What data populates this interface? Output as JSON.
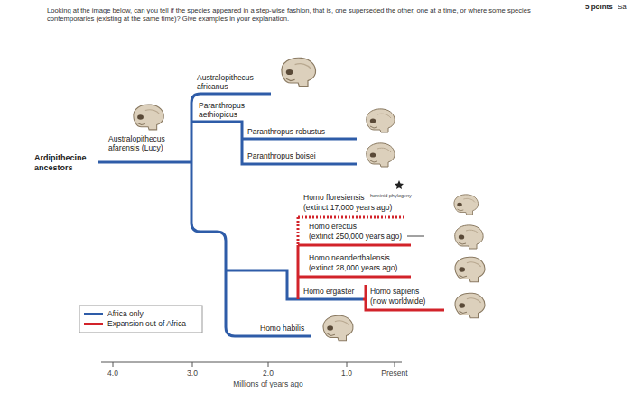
{
  "diagram": {
    "labels": [
      "Looking at the image below, can you tell if the species appeared in a step-wise fashion, that is, one superseded the other, one at a time, or where some species contemporaries (existing at the same time)? Give examples in your explanation.",
      "5 points",
      "Sa",
      "Australopithecus africanus",
      "Paranthropus aethiopicus",
      "Paranthropus robustus",
      "Australopithecus afarensis (Lucy)",
      "Paranthropus boisei",
      "Ardipithecine ancestors",
      "Homo floresiensis",
      "hominid phylogeny",
      "(extinct 17,000 years ago)",
      "Homo erectus",
      "(extinct 250,000 years ago)",
      "Homo neanderthalensis",
      "(extinct 28,000 years ago)",
      "Homo ergaster",
      "Homo sapiens",
      "(now worldwide)",
      "Homo habilis",
      "4.0",
      "3.0",
      "2.0",
      "1.0",
      "Present",
      "Millions of years ago"
    ],
    "legend": [
      {
        "text": "Africa only",
        "color": "#2e5ca8"
      },
      {
        "text": "Expansion out of Africa",
        "color": "#d2232a"
      }
    ]
  }
}
